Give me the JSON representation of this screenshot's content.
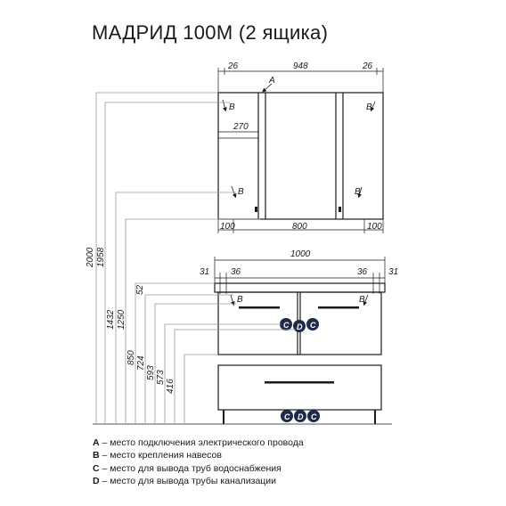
{
  "title": "МАДРИД 100М (2 ящика)",
  "dims": {
    "top_left": "26",
    "top_mid": "948",
    "top_right": "26",
    "mirror_inner": "270",
    "mirror_bottom_left": "100",
    "mirror_bottom_mid": "800",
    "mirror_bottom_right": "100",
    "cabinet_width": "1000",
    "cab_left_31": "31",
    "cab_left_36": "36",
    "cab_right_36": "36",
    "cab_right_31": "31",
    "v2000": "2000",
    "v1958": "1958",
    "v1432": "1432",
    "v1250": "1250",
    "v52": "52",
    "v850": "850",
    "v724": "724",
    "v593": "593",
    "v573": "573",
    "v416": "416"
  },
  "markers": {
    "A": "A",
    "B": "B",
    "C": "C",
    "D": "D"
  },
  "legend": [
    {
      "key": "A",
      "text": " – место подключения электрического провода"
    },
    {
      "key": "B",
      "text": " – место крепления навесов"
    },
    {
      "key": "C",
      "text": " – место для вывода труб водоснабжения"
    },
    {
      "key": "D",
      "text": " – место для вывода трубы канализации"
    }
  ]
}
